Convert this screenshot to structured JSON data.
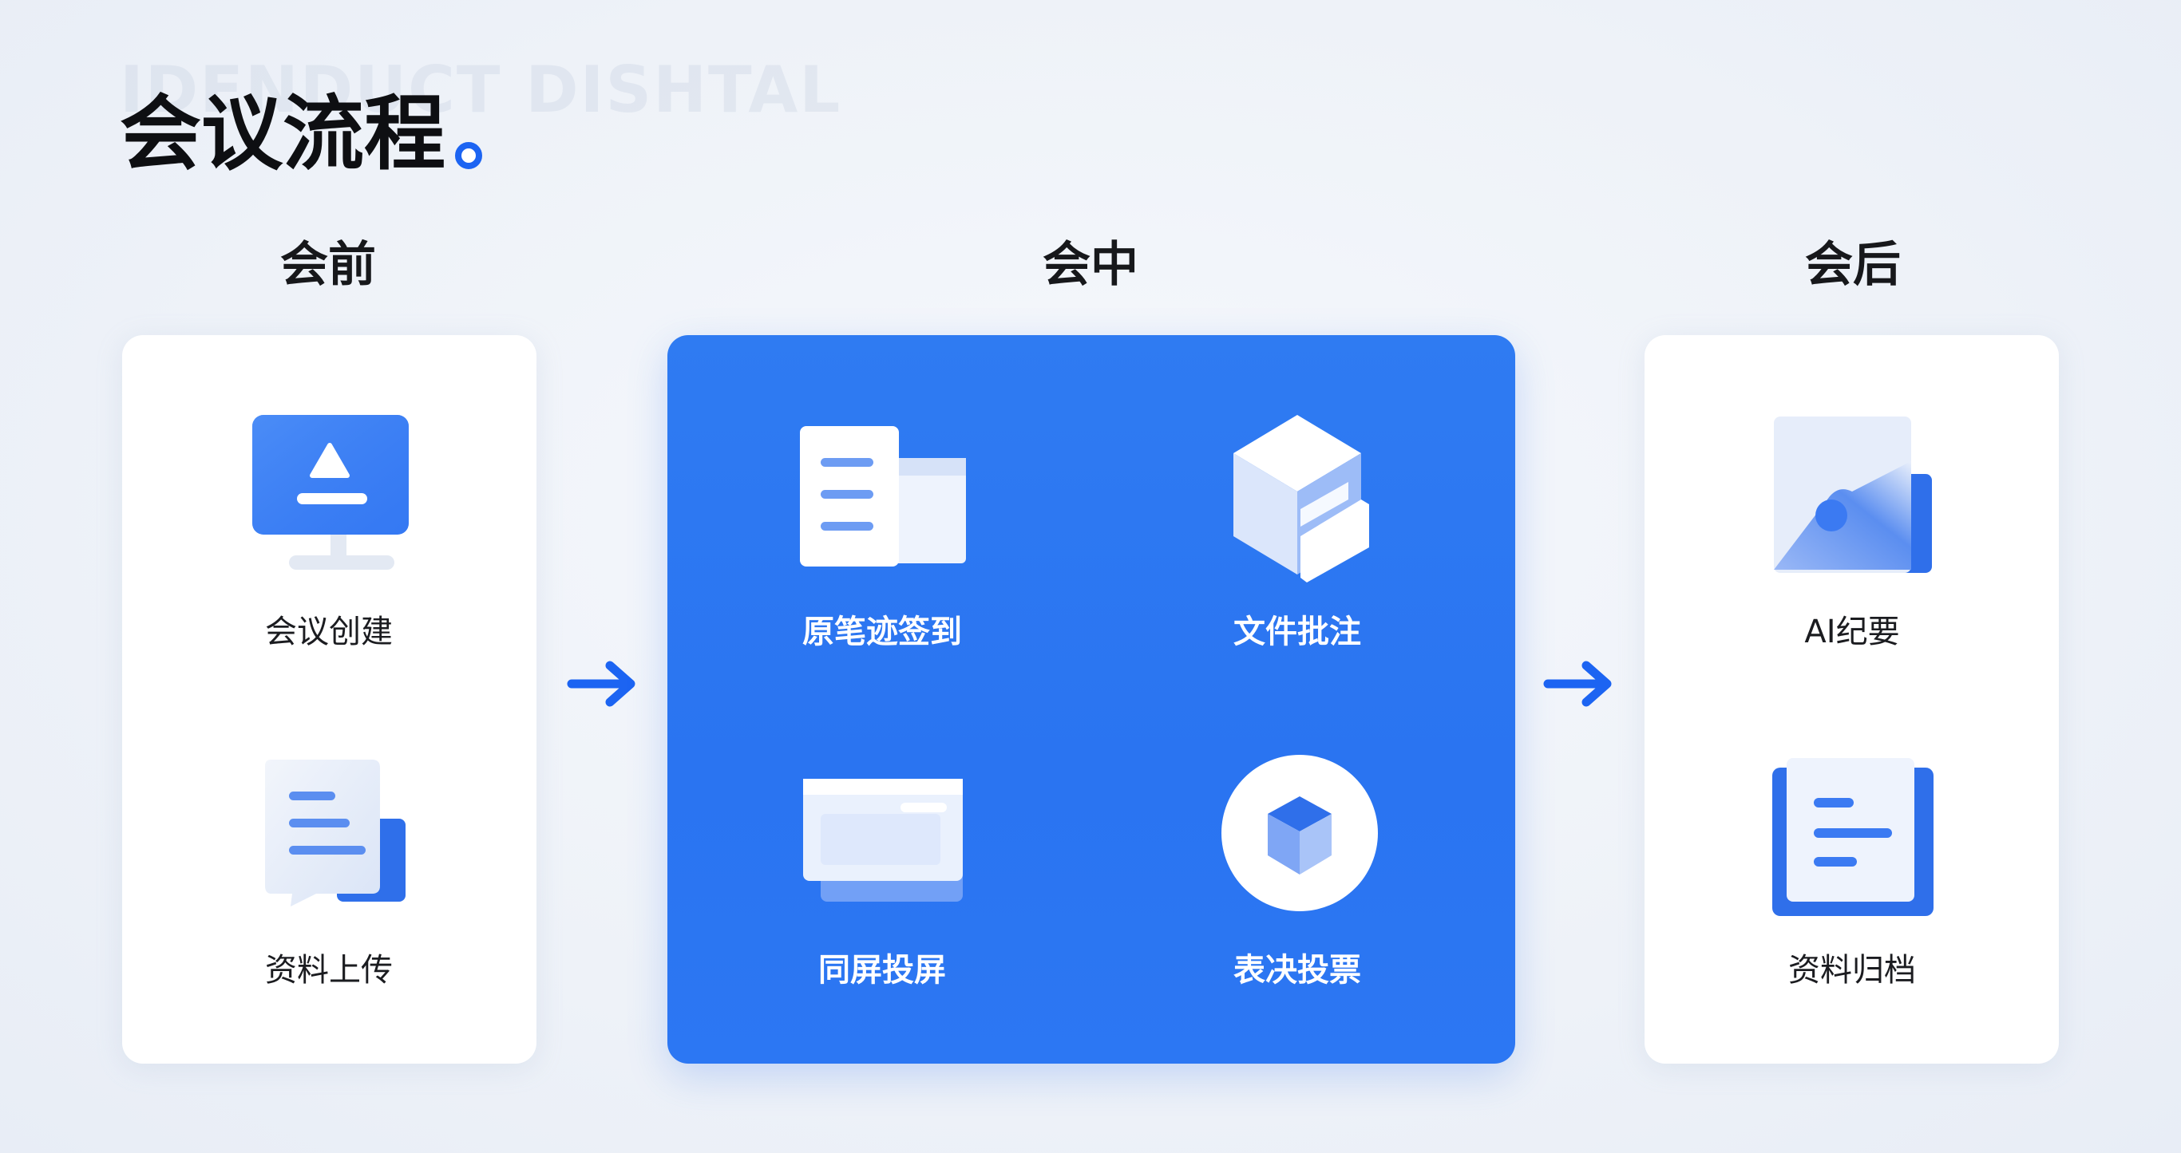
{
  "watermark": "IDENDUCT DISHTAL",
  "title": "会议流程",
  "stages": [
    {
      "label": "会前",
      "items": [
        {
          "label": "会议创建",
          "icon": "monitor-upload-icon"
        },
        {
          "label": "资料上传",
          "icon": "document-upload-icon"
        }
      ]
    },
    {
      "label": "会中",
      "items": [
        {
          "label": "原笔迹签到",
          "icon": "handwriting-signin-icon"
        },
        {
          "label": "文件批注",
          "icon": "cube-annotation-icon"
        },
        {
          "label": "同屏投屏",
          "icon": "screen-cast-icon"
        },
        {
          "label": "表决投票",
          "icon": "vote-badge-icon"
        }
      ]
    },
    {
      "label": "会后",
      "items": [
        {
          "label": "AI纪要",
          "icon": "ai-summary-icon"
        },
        {
          "label": "资料归档",
          "icon": "archive-document-icon"
        }
      ]
    }
  ],
  "colors": {
    "accent": "#2a74f1",
    "icon_blue": "#3b82f6",
    "text_dark": "#17181b",
    "panel_light": "#ffffff"
  }
}
